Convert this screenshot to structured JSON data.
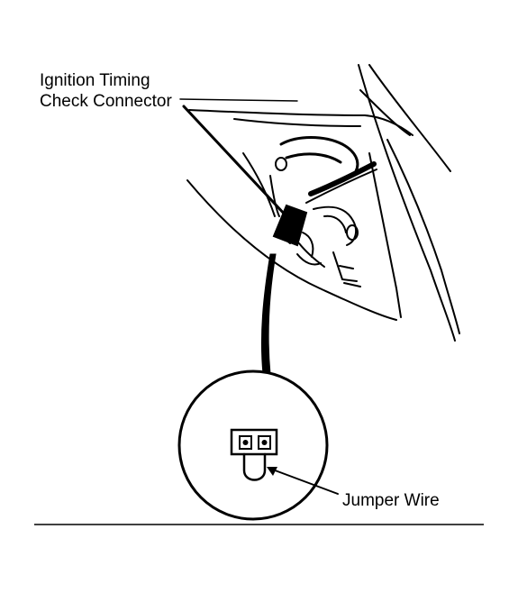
{
  "labels": {
    "connector_line1": "Ignition Timing",
    "connector_line2": "Check Connector",
    "jumper": "Jumper Wire"
  },
  "colors": {
    "ink": "#000000",
    "paper": "#ffffff"
  }
}
